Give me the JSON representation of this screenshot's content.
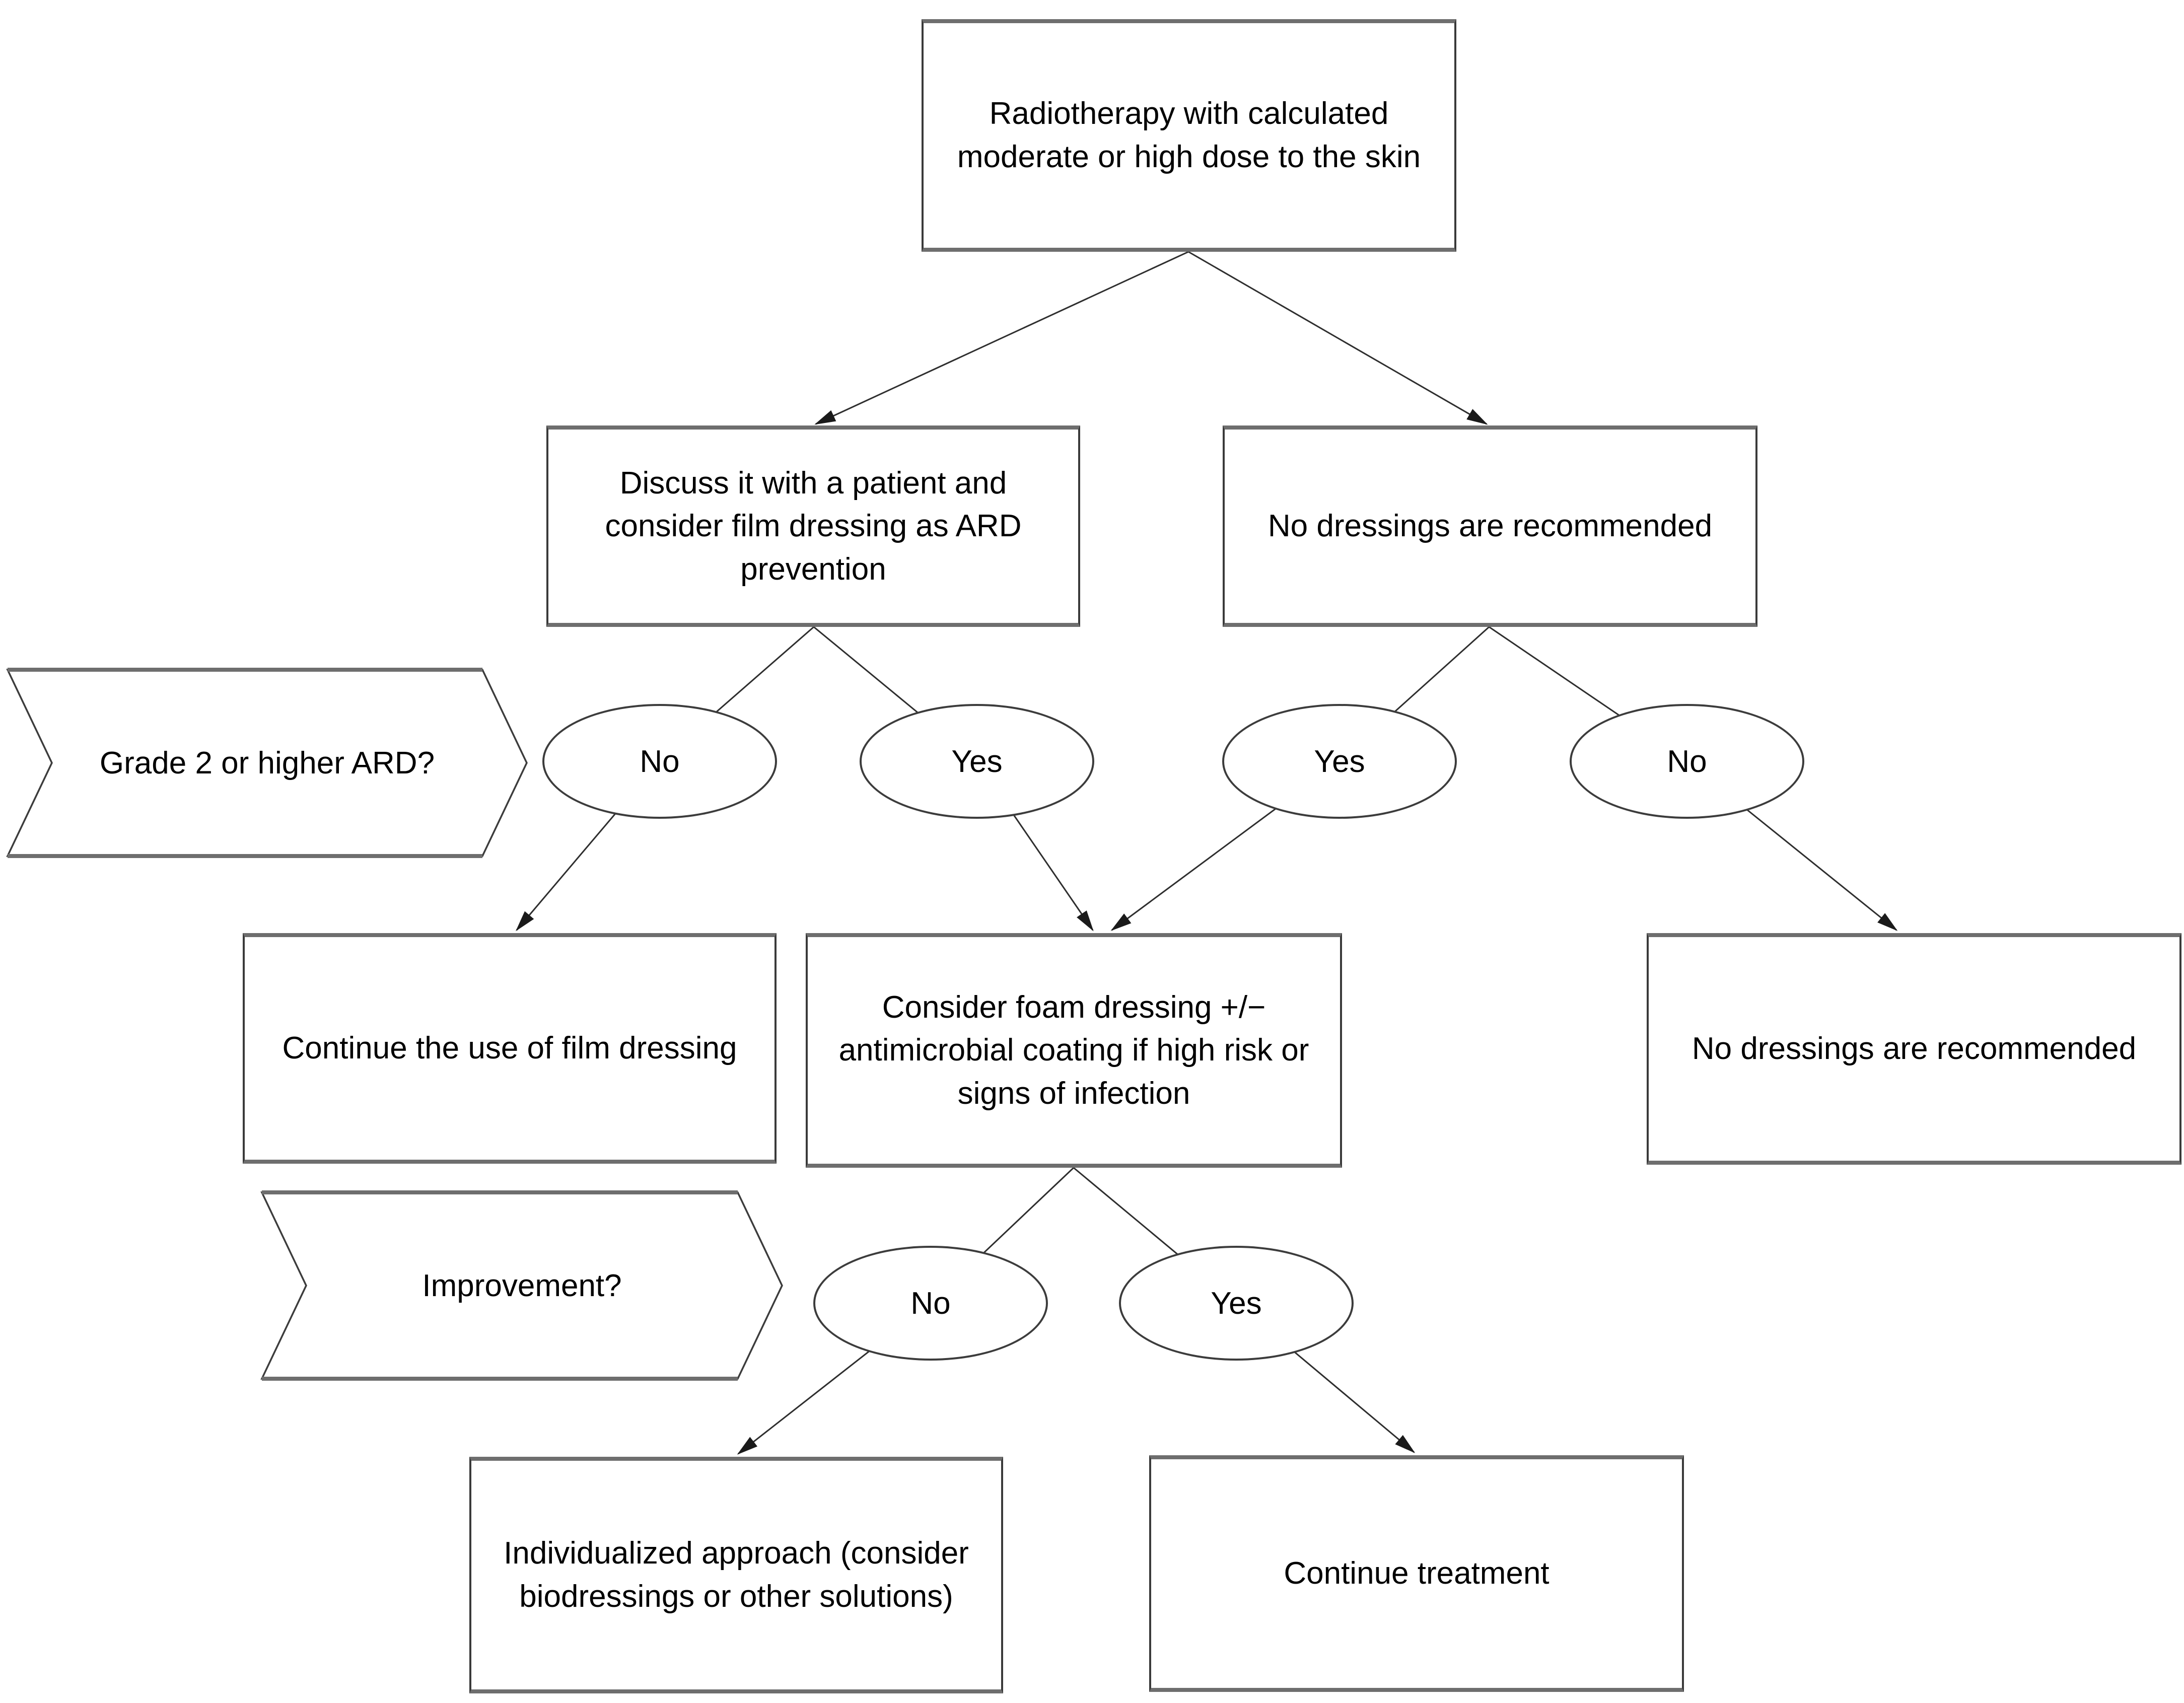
{
  "canvas": {
    "background": "#ffffff"
  },
  "colors": {
    "line": "#2e2e2e",
    "border": "#3a3a3a",
    "border_shade": "#6e6e6e",
    "text": "#000000",
    "fill": "#ffffff"
  },
  "nodes": {
    "root": {
      "label": "Radiotherapy with calculated moderate or high dose to the skin"
    },
    "discuss": {
      "label": "Discuss it with a patient and consider film dressing as ARD prevention"
    },
    "no_dressings_top": {
      "label": "No dressings are recommended"
    },
    "continue_film": {
      "label": "Continue the use of film dressing"
    },
    "foam": {
      "label": "Consider foam dressing +/− antimicrobial coating if high risk or signs of infection"
    },
    "no_dressings_right": {
      "label": "No dressings are recommended"
    },
    "individualized": {
      "label": "Individualized approach (consider biodressings or other solutions)"
    },
    "continue_treatment": {
      "label": "Continue treatment"
    }
  },
  "banners": {
    "grade": {
      "label": "Grade 2 or higher ARD?"
    },
    "improvement": {
      "label": "Improvement?"
    }
  },
  "ovals": {
    "grade_no_left": {
      "label": "No"
    },
    "grade_yes_left": {
      "label": "Yes"
    },
    "grade_yes_right": {
      "label": "Yes"
    },
    "grade_no_right": {
      "label": "No"
    },
    "improve_no": {
      "label": "No"
    },
    "improve_yes": {
      "label": "Yes"
    }
  }
}
